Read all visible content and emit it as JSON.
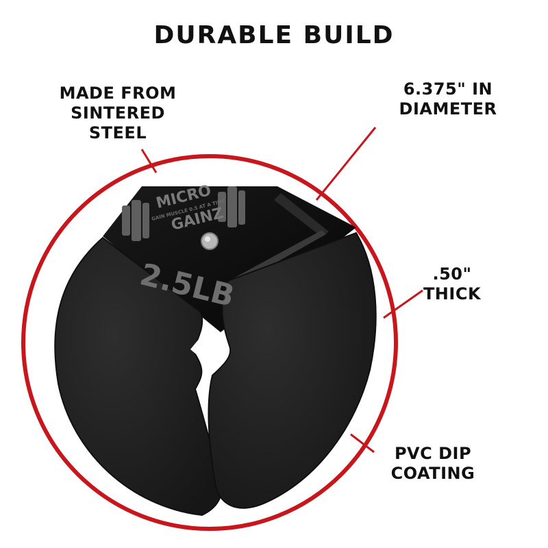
{
  "title": "DURABLE BUILD",
  "callouts": {
    "material": [
      "MADE FROM",
      "SINTERED",
      "STEEL"
    ],
    "diameter": [
      "6.375\" IN",
      "DIAMETER"
    ],
    "thickness": [
      ".50\"",
      "THICK"
    ],
    "coating": [
      "PVC DIP",
      "COATING"
    ]
  },
  "plate": {
    "brand_top": "MICRO",
    "brand_bottom": "GAINZ",
    "tagline": "GAIN MUSCLE 0.5 AT A TIME",
    "weight": "2.5LB"
  },
  "colors": {
    "ring": "#c8161d",
    "plate": "#222222",
    "plate_shadow": "#141414",
    "engraving": "#6e6e6e",
    "text": "#111111"
  }
}
